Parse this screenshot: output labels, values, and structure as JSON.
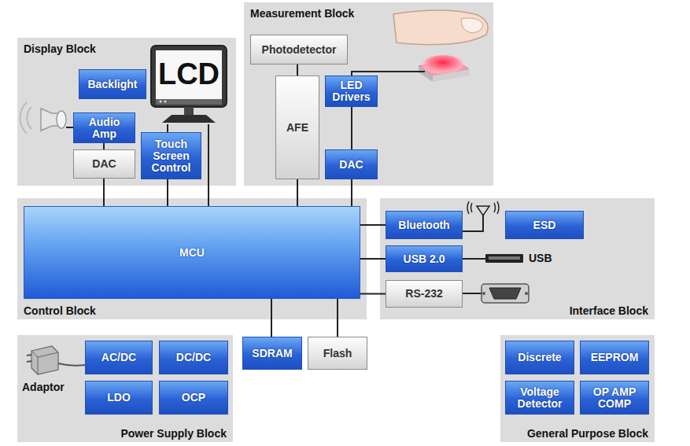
{
  "diagram": {
    "nodes": [
      {
        "text": [
          "Display Block"
        ]
      },
      {
        "text": [
          "Backlight"
        ],
        "in": 0
      },
      {
        "text": [
          "Audio Amp"
        ],
        "in": 0
      },
      {
        "text": [
          "DAC"
        ],
        "in": 0
      },
      {
        "text": [
          "Touch Screen Control"
        ],
        "in": 0
      },
      {
        "text": [
          "LCD"
        ],
        "in": 0
      },
      {
        "text": [
          "Measurement Block"
        ]
      },
      {
        "text": [
          "Photodetector"
        ],
        "in": 6
      },
      {
        "text": [
          "AFE"
        ],
        "in": 6
      },
      {
        "text": [
          "LED Drivers"
        ],
        "in": 6
      },
      {
        "text": [
          "DAC"
        ],
        "in": 6
      },
      {
        "text": [
          "Control Block"
        ]
      },
      {
        "text": [
          "MCU"
        ],
        "in": 11
      },
      {
        "text": [
          "Interface Block"
        ]
      },
      {
        "text": [
          "Bluetooth"
        ],
        "in": 13
      },
      {
        "text": [
          "ESD"
        ],
        "in": 13
      },
      {
        "text": [
          "USB 2.0"
        ],
        "in": 13
      },
      {
        "text": [
          "RS-232"
        ],
        "in": 13
      },
      {
        "text": [
          "SDRAM"
        ]
      },
      {
        "text": [
          "Flash"
        ]
      },
      {
        "text": [
          "Power Supply Block"
        ]
      },
      {
        "text": [
          "AC/DC"
        ],
        "in": 20
      },
      {
        "text": [
          "DC/DC"
        ],
        "in": 20
      },
      {
        "text": [
          "LDO"
        ],
        "in": 20
      },
      {
        "text": [
          "OCP"
        ],
        "in": 20
      },
      {
        "text": [
          "General Purpose Block"
        ]
      },
      {
        "text": [
          "Discrete"
        ],
        "in": 25
      },
      {
        "text": [
          "EEPROM"
        ],
        "in": 25
      },
      {
        "text": [
          "Voltage Detector"
        ],
        "in": 25
      },
      {
        "text": [
          "OP AMP COMP"
        ],
        "in": 25
      }
    ],
    "edges": [
      {
        "from": 7,
        "to": 8,
        "arrow": "none"
      },
      {
        "from": 8,
        "to": 12,
        "arrow": "none"
      },
      {
        "from": 9,
        "to": 10,
        "arrow": "none"
      },
      {
        "from": 10,
        "to": 12,
        "arrow": "none"
      },
      {
        "from": 2,
        "to": 3,
        "arrow": "none"
      },
      {
        "from": 3,
        "to": 12,
        "arrow": "none"
      },
      {
        "from": 4,
        "to": 5,
        "arrow": "none"
      },
      {
        "from": 4,
        "to": 12,
        "arrow": "none"
      },
      {
        "from": 5,
        "to": 12,
        "arrow": "none"
      },
      {
        "from": 12,
        "to": 14,
        "arrow": "none"
      },
      {
        "from": 12,
        "to": 16,
        "arrow": "none"
      },
      {
        "from": 12,
        "to": 17,
        "arrow": "none"
      },
      {
        "from": 12,
        "to": 18,
        "arrow": "none"
      },
      {
        "from": 12,
        "to": 19,
        "arrow": "none"
      }
    ],
    "labels": [
      "USB",
      "Adaptor"
    ]
  }
}
